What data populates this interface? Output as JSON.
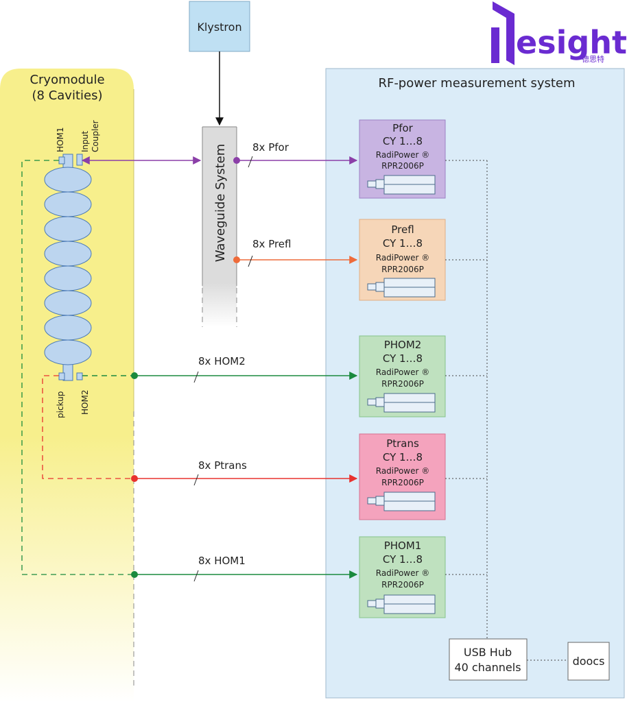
{
  "logo": {
    "text": "esight",
    "cn": "德思特",
    "color": "#6a2bd1"
  },
  "klystron": {
    "label": "Klystron"
  },
  "cryomodule": {
    "title_line1": "Cryomodule",
    "title_line2": "(8 Cavities)"
  },
  "waveguide": {
    "label": "Waveguide System"
  },
  "rf_system": {
    "title": "RF-power measurement system"
  },
  "ports": {
    "hom1": "HOM1",
    "input_coupler_line1": "Input",
    "input_coupler_line2": "Coupler",
    "pickup": "pickup",
    "hom2": "HOM2"
  },
  "lines": [
    {
      "label": "8x  Pfor",
      "color": "#8b3fa8"
    },
    {
      "label": "8x  Prefl",
      "color": "#ee6b3a"
    },
    {
      "label": "8x  HOM2",
      "color": "#1a8a3e"
    },
    {
      "label": "8x  Ptrans",
      "color": "#e8322e"
    },
    {
      "label": "8x  HOM1",
      "color": "#1a8a3e"
    }
  ],
  "sensors": [
    {
      "name": "Pfor",
      "channels": "CY 1…8",
      "brand": "RadiPower ®",
      "model": "RPR2006P",
      "fill": "#c8b4e2",
      "stroke": "#9b7fc4"
    },
    {
      "name": "Prefl",
      "channels": "CY 1…8",
      "brand": "RadiPower ®",
      "model": "RPR2006P",
      "fill": "#f6d6b8",
      "stroke": "#e0ae84"
    },
    {
      "name": "PHOM2",
      "channels": "CY 1…8",
      "brand": "RadiPower ®",
      "model": "RPR2006P",
      "fill": "#bfe1bf",
      "stroke": "#86c48a"
    },
    {
      "name": "Ptrans",
      "channels": "CY 1…8",
      "brand": "RadiPower ®",
      "model": "RPR2006P",
      "fill": "#f4a3bd",
      "stroke": "#d67290"
    },
    {
      "name": "PHOM1",
      "channels": "CY 1…8",
      "brand": "RadiPower ®",
      "model": "RPR2006P",
      "fill": "#bfe1bf",
      "stroke": "#86c48a"
    }
  ],
  "usb_hub": {
    "line1": "USB Hub",
    "line2": "40 channels"
  },
  "doocs": {
    "label": "doocs"
  }
}
